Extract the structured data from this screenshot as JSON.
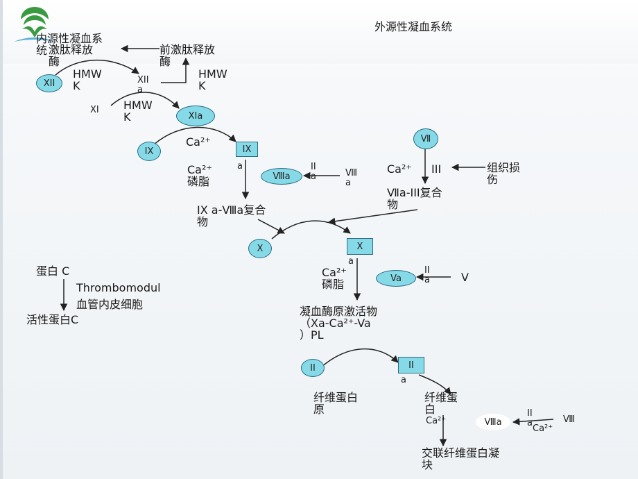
{
  "title": "外源性凝血系统",
  "intrinsic_label": "内源性凝血系\n统",
  "labels": {
    "kallikrein": "激肽释放\n酶",
    "prekallikrein": "前激肽释放\n酶",
    "hmwk1": "HMW\nK",
    "hmwk2": "HMW\nK",
    "hmwk3": "HMW\nK",
    "f12": "XII",
    "f12a": "XII\na",
    "f11": "XI",
    "f11a": "XIa",
    "f9": "IX",
    "f9a": "IX\na",
    "ca_1": "Ca²⁺",
    "ca_phos_1": "Ca²⁺\n磷脂",
    "f8a": "Ⅷa",
    "thrombin_a_1": "II\na",
    "f8": "Ⅷ\na",
    "f7": "Ⅶ",
    "ca_2": "Ca²⁺",
    "f3": "III",
    "tissue_injury": "组织损\n伤",
    "f7a_complex": "Ⅶa-III复合\n物",
    "f9a_f8a_complex": "IX a-Ⅷa复合\n物",
    "f10": "X",
    "f10a": "X\na",
    "ca_phos_2": "Ca²⁺\n磷脂",
    "f5a": "Va",
    "thrombin_a_2": "II\na",
    "f5": "V",
    "prothrombinase": "凝血酶原激活物\n（Xa-Ca²⁺-Va\n）PL",
    "f2": "II",
    "f2a": "II\na",
    "fibrinogen": "纤维蛋白\n原",
    "fibrin": "纤维蛋\n白",
    "ca_3": "Ca²⁺",
    "f13a": "Ⅷa",
    "thrombin_a_3": "II\na",
    "f13": "Ⅷ",
    "ca_4": "Ca²⁺",
    "crosslinked_fibrin": "交联纤维蛋白凝\n块",
    "protein_c": "蛋白 C",
    "thrombomodulin": "Thrombomodul",
    "endothelial": "血管内皮细胞",
    "activated_protein_c": "活性蛋白C"
  },
  "colors": {
    "node_fill": "#86d9e6",
    "node_border": "#2b6c86",
    "arrow": "#222222",
    "logo_green": "#3a9a3f"
  }
}
